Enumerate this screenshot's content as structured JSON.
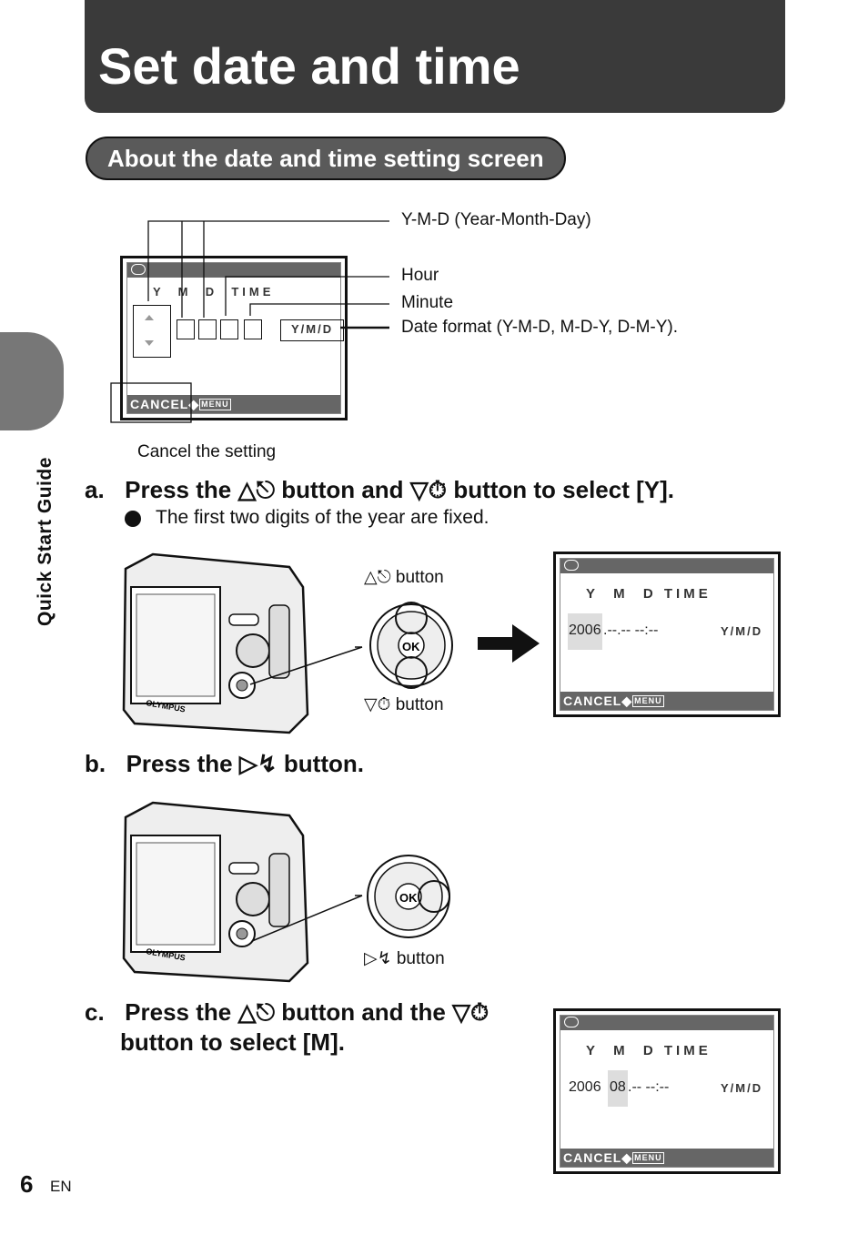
{
  "header": {
    "title": "Set date and time"
  },
  "section": {
    "heading": "About the date and time setting screen"
  },
  "sidebar": {
    "label": "Quick Start Guide"
  },
  "diagram": {
    "labels": {
      "ymd": "Y-M-D (Year-Month-Day)",
      "hour": "Hour",
      "minute": "Minute",
      "format": "Date format (Y-M-D, M-D-Y, D-M-Y).",
      "cancel": "Cancel the setting"
    },
    "screen": {
      "header_fields": "Y  M  D  TIME",
      "format_value": "Y/M/D",
      "cancel": "CANCEL",
      "menu": "MENU"
    }
  },
  "steps": {
    "a": {
      "marker": "a.",
      "text_1": "Press the",
      "text_2": "button and",
      "text_3": "button to select [Y].",
      "bullet": "The first two digits of the year are fixed.",
      "up_button_label": "button",
      "down_button_label": "button"
    },
    "b": {
      "marker": "b.",
      "text_1": "Press the",
      "text_2": "button.",
      "right_button_label": "button"
    },
    "c": {
      "marker": "c.",
      "text_1": "Press the",
      "text_2": "button and the",
      "text_3": "button to select [M]."
    }
  },
  "screens": {
    "a": {
      "fields": "Y  M  D TIME",
      "year": "2006",
      "rest": ".--.-- --:--",
      "format": "Y/M/D",
      "cancel": "CANCEL",
      "menu": "MENU"
    },
    "c": {
      "fields": "Y  M  D TIME",
      "year": "2006",
      "month": "08",
      "rest": ".-- --:--",
      "format": "Y/M/D",
      "cancel": "CANCEL",
      "menu": "MENU"
    }
  },
  "camera": {
    "brand": "OLYMPUS",
    "ok": "OK"
  },
  "footer": {
    "page": "6",
    "lang": "EN"
  }
}
